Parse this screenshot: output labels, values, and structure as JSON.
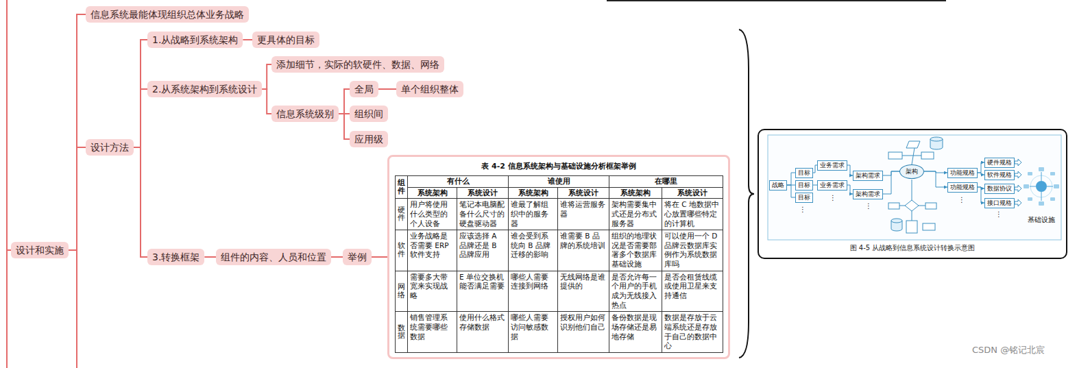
{
  "diagram": {
    "nodes": [
      {
        "text": [
          "设计和实施"
        ]
      },
      {
        "text": [
          "信息系统最能体现组织总体业务战略"
        ]
      },
      {
        "text": [
          "设计方法"
        ]
      },
      {
        "text": [
          "1.从战略到系统架构"
        ]
      },
      {
        "text": [
          "更具体的目标"
        ]
      },
      {
        "text": [
          "2.从系统架构到系统设计"
        ]
      },
      {
        "text": [
          "添加细节，实际的软硬件、数据、网络"
        ]
      },
      {
        "text": [
          "信息系统级别"
        ]
      },
      {
        "text": [
          "全局"
        ]
      },
      {
        "text": [
          "单个组织整体"
        ]
      },
      {
        "text": [
          "组织间"
        ]
      },
      {
        "text": [
          "应用级"
        ]
      },
      {
        "text": [
          "3.转换框架"
        ]
      },
      {
        "text": [
          "组件的内容、人员和位置"
        ]
      },
      {
        "text": [
          "举例"
        ]
      },
      {
        "text": [
          "表 4-2 信息系统架构与基础设施分析框架举例"
        ]
      },
      {
        "text": [
          "图 4-5 从战略到信息系统设计转换示意图"
        ]
      },
      {
        "text": [
          "战略"
        ],
        "in": 16
      },
      {
        "text": [
          "目标"
        ],
        "in": 16
      },
      {
        "text": [
          "目标"
        ],
        "in": 16
      },
      {
        "text": [
          "目标"
        ],
        "in": 16
      },
      {
        "text": [
          "业务需求"
        ],
        "in": 16
      },
      {
        "text": [
          "业务需求"
        ],
        "in": 16
      },
      {
        "text": [
          "架构需求"
        ],
        "in": 16
      },
      {
        "text": [
          "架构需求"
        ],
        "in": 16
      },
      {
        "text": [
          "架构"
        ],
        "in": 16
      },
      {
        "text": [
          "功能规格"
        ],
        "in": 16
      },
      {
        "text": [
          "功能规格"
        ],
        "in": 16
      },
      {
        "text": [
          "硬件规格"
        ],
        "in": 16
      },
      {
        "text": [
          "软件规格"
        ],
        "in": 16
      },
      {
        "text": [
          "数据协议"
        ],
        "in": 16
      },
      {
        "text": [
          "接口规格"
        ],
        "in": 16
      },
      {
        "text": [
          "基础设施"
        ],
        "in": 16
      }
    ],
    "edges": [
      {
        "from": 0,
        "to": 1,
        "arrow": "none"
      },
      {
        "from": 0,
        "to": 2,
        "arrow": "none"
      },
      {
        "from": 2,
        "to": 3,
        "arrow": "none"
      },
      {
        "from": 3,
        "to": 4,
        "arrow": "none"
      },
      {
        "from": 2,
        "to": 5,
        "arrow": "none"
      },
      {
        "from": 5,
        "to": 6,
        "arrow": "none"
      },
      {
        "from": 5,
        "to": 7,
        "arrow": "none"
      },
      {
        "from": 7,
        "to": 8,
        "arrow": "none"
      },
      {
        "from": 8,
        "to": 9,
        "arrow": "none"
      },
      {
        "from": 7,
        "to": 10,
        "arrow": "none"
      },
      {
        "from": 7,
        "to": 11,
        "arrow": "none"
      },
      {
        "from": 2,
        "to": 12,
        "arrow": "none"
      },
      {
        "from": 12,
        "to": 13,
        "arrow": "none"
      },
      {
        "from": 13,
        "to": 14,
        "arrow": "none"
      },
      {
        "from": 14,
        "to": 15,
        "arrow": "none"
      },
      {
        "from": 17,
        "to": 18,
        "arrow": "none"
      },
      {
        "from": 17,
        "to": 19,
        "arrow": "none"
      },
      {
        "from": 17,
        "to": 20,
        "arrow": "none"
      },
      {
        "from": 18,
        "to": 21,
        "arrow": "none"
      },
      {
        "from": 19,
        "to": 22,
        "arrow": "none"
      },
      {
        "from": 21,
        "to": 23,
        "arrow": "to"
      },
      {
        "from": 22,
        "to": 24,
        "arrow": "to"
      },
      {
        "from": 23,
        "to": 25,
        "arrow": "none"
      },
      {
        "from": 24,
        "to": 25,
        "arrow": "none"
      },
      {
        "from": 25,
        "to": 26,
        "arrow": "to"
      },
      {
        "from": 25,
        "to": 27,
        "arrow": "to"
      },
      {
        "from": 26,
        "to": 28,
        "arrow": "to"
      },
      {
        "from": 26,
        "to": 29,
        "arrow": "to"
      },
      {
        "from": 27,
        "to": 30,
        "arrow": "to"
      },
      {
        "from": 27,
        "to": 31,
        "arrow": "to"
      }
    ],
    "labels": [
      "组件",
      "有什么",
      "谁使用",
      "在哪里",
      "系统架构",
      "系统设计",
      "系统架构",
      "系统设计",
      "系统架构",
      "系统设计",
      "硬件",
      "用户将使用什么类型的个人设备",
      "笔记本电脑配备什么尺寸的硬盘驱动器",
      "谁最了解组织中的服务器",
      "谁将运营服务器",
      "架构需要集中式还是分布式服务器",
      "将在 C 地数据中心放置哪些特定的计算机",
      "软件",
      "业务战略是否需要 ERP 软件支持",
      "应该选择 A 品牌还是 B 品牌应用",
      "谁会受到系统向 B 品牌迁移的影响",
      "谁需要 B 品牌的系统培训",
      "组织的地理状况是否需要部署多个数据库基础设施",
      "可以使用一个 D 品牌云数据库实例作为系统数据库吗",
      "网络",
      "需要多大带宽来实现战略",
      "E 单位交换机能否满足需要",
      "哪些人需要连接到网络",
      "无线网络是谁提供的",
      "是否允许每一个用户的手机成为无线接入热点",
      "是否会租赁线缆或使用卫星来支持通信",
      "数据",
      "销售管理系统需要哪些数据",
      "使用什么格式存储数据",
      "哪些人需要访问敏感数据",
      "授权用户如何识别他们自己",
      "备份数据是现场存储还是易地存储",
      "数据是存放于云端系统还是存放于自己的数据中心",
      "⋮",
      "⋮",
      "⋮",
      "⋮",
      "⋮",
      "CSDN @铭记北宸"
    ]
  }
}
